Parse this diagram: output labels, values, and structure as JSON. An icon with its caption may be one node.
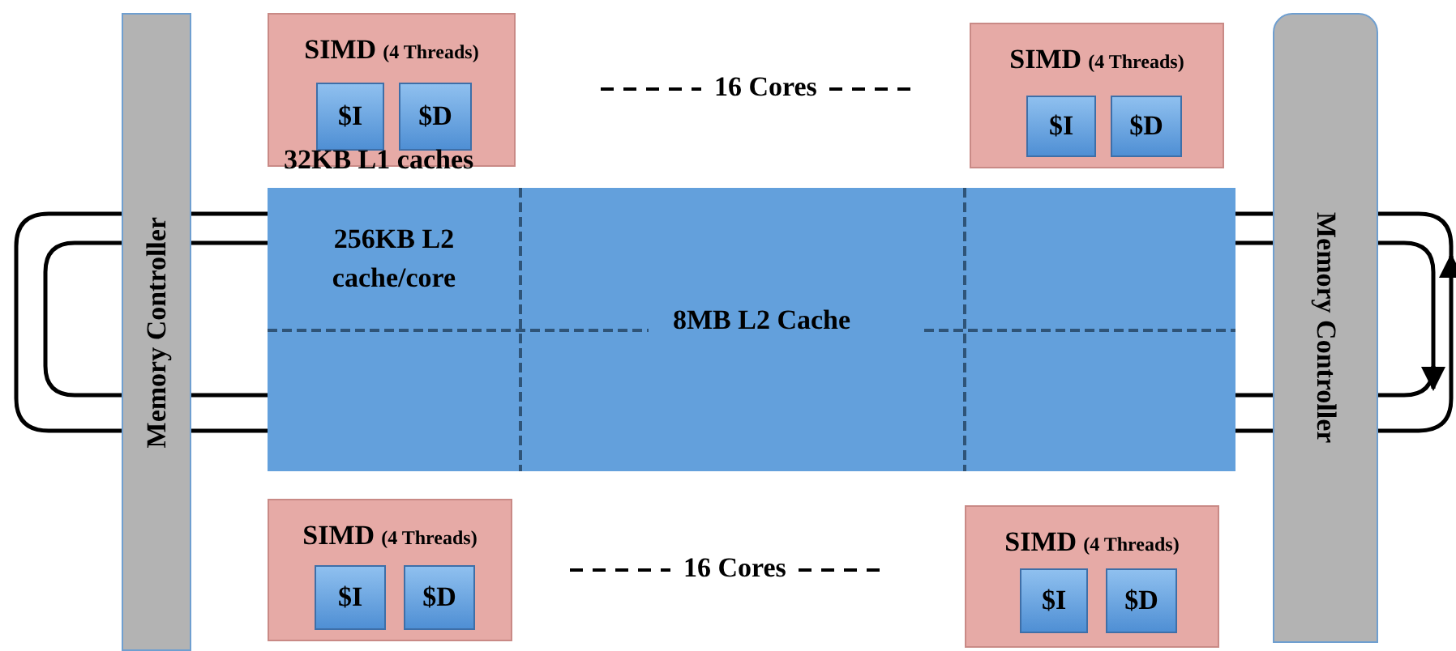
{
  "diagram": {
    "nodes": [
      {
        "text": [
          "Memory Controller"
        ]
      },
      {
        "text": [
          "SIMD",
          "(4 Threads)"
        ],
        "beside": [
          "32KB L1 caches"
        ]
      },
      {
        "text": [
          "$I"
        ],
        "in": 1
      },
      {
        "text": [
          "$D"
        ],
        "in": 1
      },
      {
        "text": [
          "SIMD",
          "(4 Threads)"
        ]
      },
      {
        "text": [
          "$I"
        ],
        "in": 4
      },
      {
        "text": [
          "$D"
        ],
        "in": 4
      },
      {
        "text": [
          "8MB L2 Cache"
        ]
      },
      {
        "text": [
          "256KB L2 cache/core"
        ],
        "in": 7
      },
      {
        "text": [
          "SIMD",
          "(4 Threads)"
        ]
      },
      {
        "text": [
          "$I"
        ],
        "in": 9
      },
      {
        "text": [
          "$D"
        ],
        "in": 9
      },
      {
        "text": [
          "SIMD",
          "(4 Threads)"
        ]
      },
      {
        "text": [
          "$I"
        ],
        "in": 12
      },
      {
        "text": [
          "$D"
        ],
        "in": 12
      },
      {
        "text": [
          "Memory Controller"
        ]
      }
    ],
    "labels": [
      "16 Cores",
      "16 Cores"
    ]
  }
}
